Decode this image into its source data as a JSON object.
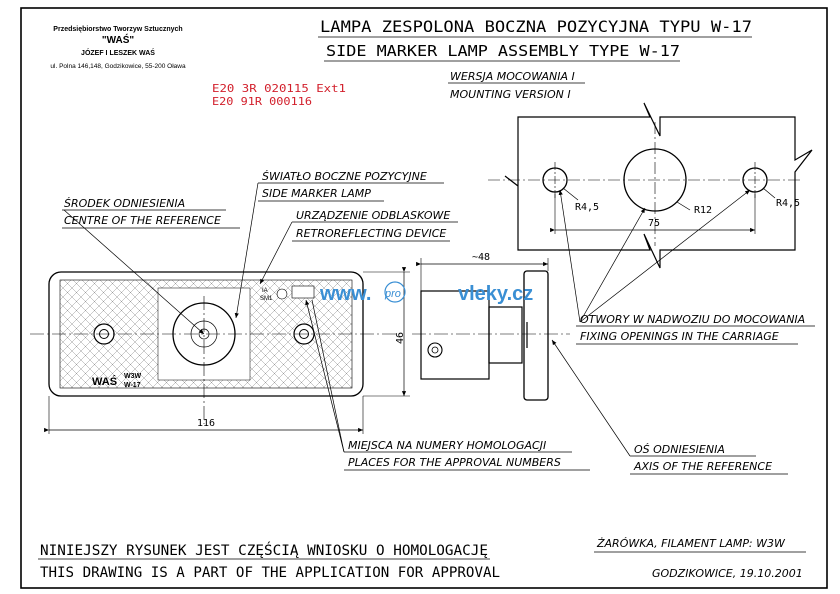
{
  "company": {
    "line1": "Przedsiębiorstwo Tworzyw Sztucznych",
    "line2": "\"WAŚ\"",
    "line3": "JÓZEF I LESZEK WAŚ",
    "line4": "ul. Polna 146,148, Godzikowice, 55-200 Oława"
  },
  "title": {
    "pl": "LAMPA ZESPOLONA BOCZNA POZYCYJNA TYPU W-17",
    "en": "SIDE MARKER LAMP ASSEMBLY TYPE W-17"
  },
  "approval_codes": [
    "E20 3R 020115 Ext1",
    "E20 91R 000116"
  ],
  "mounting_version": {
    "pl": "WERSJA MOCOWANIA I",
    "en": "MOUNTING VERSION I"
  },
  "callouts": {
    "reference_centre": {
      "pl": "ŚRODEK ODNIESIENIA",
      "en": "CENTRE OF THE REFERENCE"
    },
    "side_marker": {
      "pl": "ŚWIATŁO BOCZNE POZYCYJNE",
      "en": "SIDE MARKER LAMP"
    },
    "retroreflector": {
      "pl": "URZĄDZENIE ODBLASKOWE",
      "en": "RETROREFLECTING DEVICE"
    },
    "approval_places": {
      "pl": "MIEJSCA NA NUMERY HOMOLOGACJI",
      "en": "PLACES FOR THE APPROVAL NUMBERS"
    },
    "reference_axis": {
      "pl": "OŚ ODNIESIENIA",
      "en": "AXIS OF THE REFERENCE"
    },
    "fixing_openings": {
      "pl": "OTWORY W NADWOZIU DO MOCOWANIA",
      "en": "FIXING OPENINGS IN THE CARRIAGE"
    }
  },
  "dimensions": {
    "length": "116",
    "height": "46",
    "depth": "~48",
    "hole_spacing": "75",
    "hole_radius_small_left": "R4,5",
    "hole_radius_small_right": "R4,5",
    "hole_radius_large": "R12"
  },
  "lamp_marking": {
    "brand": "WAŚ",
    "type1": "W3W",
    "type2": "W-17"
  },
  "small_marks": {
    "ia": "IA",
    "sm1": "SM1"
  },
  "watermark": {
    "part1": "www.",
    "part2": "pro",
    "part3": "vleky.cz"
  },
  "footer": {
    "pl": "NINIEJSZY RYSUNEK JEST CZĘŚCIĄ WNIOSKU O HOMOLOGACJĘ",
    "en": "THIS DRAWING IS A PART OF THE APPLICATION FOR APPROVAL",
    "filament_lamp": "ŻARÓWKA, FILAMENT LAMP: W3W",
    "place_date": "GODZIKOWICE, 19.10.2001"
  }
}
